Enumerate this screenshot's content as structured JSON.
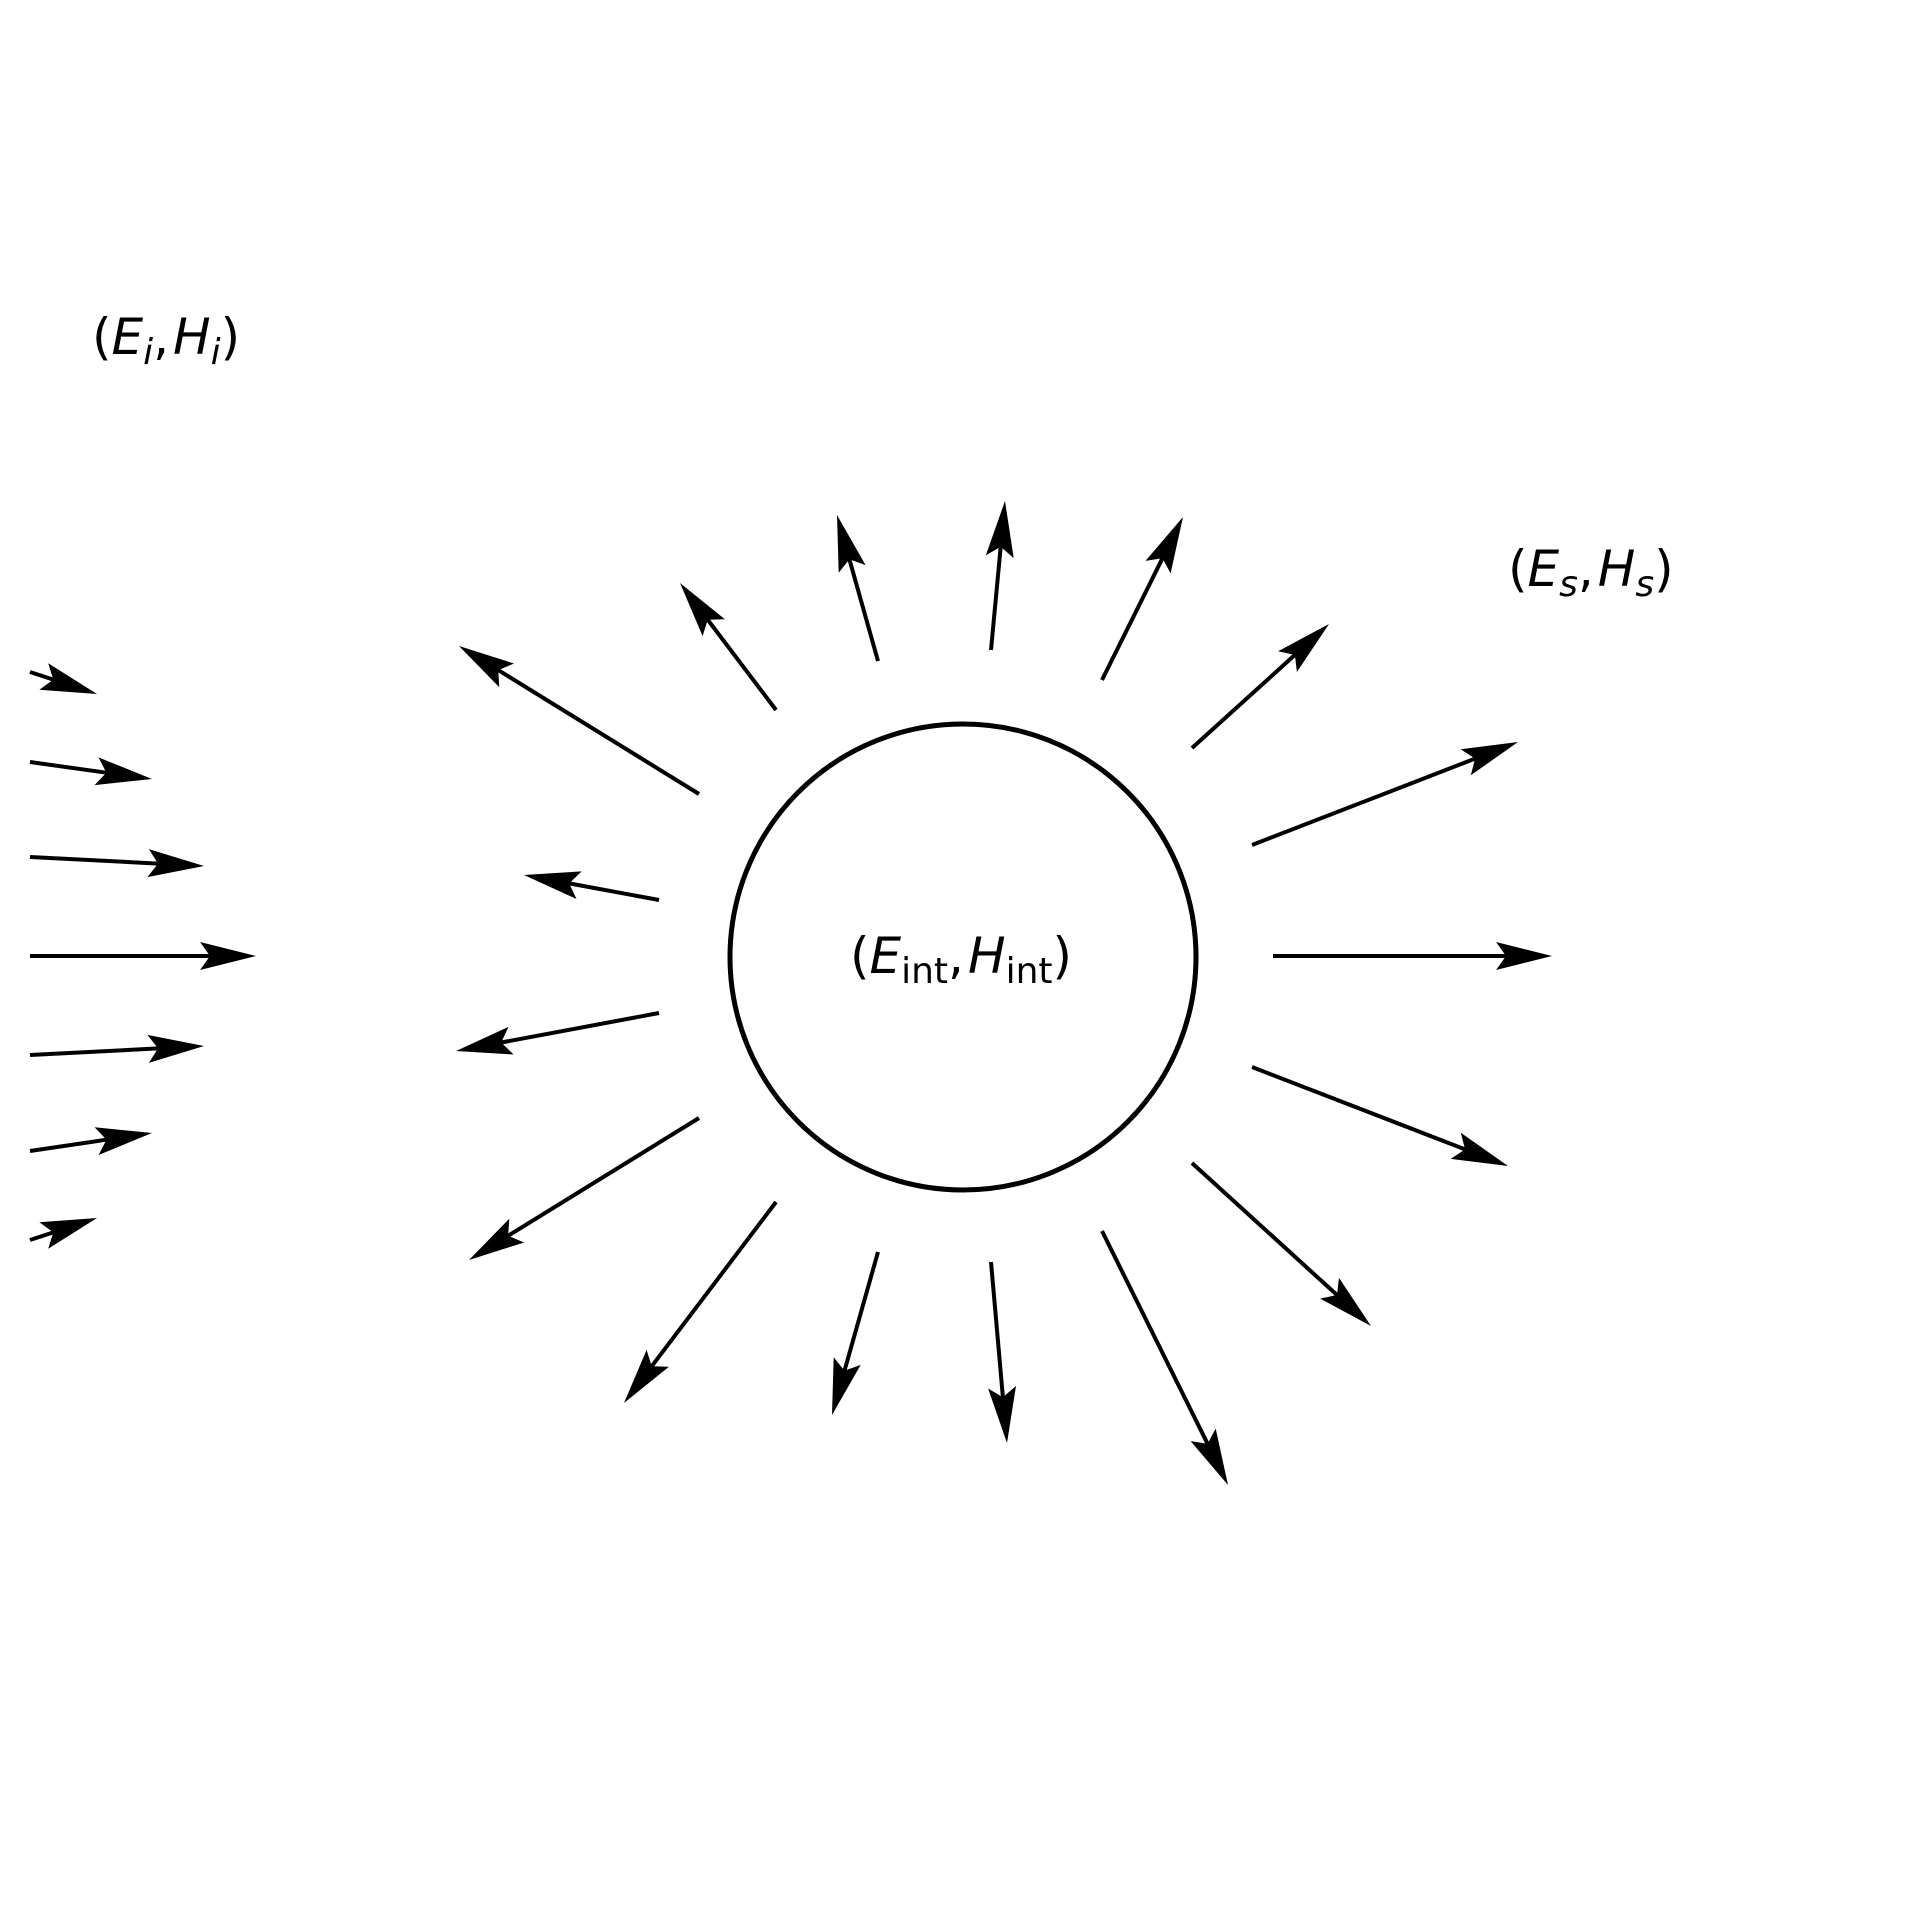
{
  "colors": {
    "stroke": "#000000",
    "background": "#ffffff"
  },
  "labels": {
    "incident": {
      "open": "(",
      "E": "E",
      "E_sub": "i",
      "comma": ",",
      "H": "H",
      "H_sub": "i",
      "close": ")"
    },
    "scattered": {
      "open": "(",
      "E": "E",
      "E_sub": "s",
      "comma": ",",
      "H": "H",
      "H_sub": "s",
      "close": ")"
    },
    "internal": {
      "open": "(",
      "E": "E",
      "E_sub": "int",
      "comma": ",",
      "H": "H",
      "H_sub": "int",
      "close": ")"
    }
  }
}
